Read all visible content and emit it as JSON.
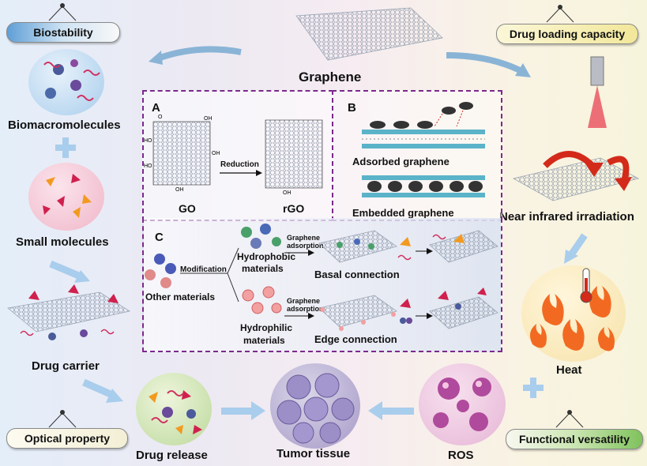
{
  "top_center": {
    "title": "Graphene"
  },
  "tags": {
    "biostability": "Biostability",
    "drug_loading": "Drug loading capacity",
    "optical": "Optical property",
    "functional": "Functional versatility"
  },
  "left_column": {
    "biomacromolecules": "Biomacromolecules",
    "small_molecules": "Small molecules",
    "drug_carrier": "Drug carrier"
  },
  "right_column": {
    "nir": "Near infrared irradiation",
    "heat": "Heat"
  },
  "bottom_row": {
    "drug_release": "Drug release",
    "tumor_tissue": "Tumor tissue",
    "ros": "ROS"
  },
  "panel_a": {
    "letter": "A",
    "reduction": "Reduction",
    "go": "GO",
    "rgo": "rGO"
  },
  "panel_b": {
    "letter": "B",
    "adsorbed": "Adsorbed graphene",
    "embedded": "Embedded graphene"
  },
  "panel_c": {
    "letter": "C",
    "other_materials": "Other materials",
    "modification": "Modification",
    "hydrophobic_1": "Hydrophobic",
    "hydrophobic_2": "materials",
    "hydrophilic_1": "Hydrophilic",
    "hydrophilic_2": "materials",
    "graphene_1": "Graphene",
    "adsorption_1": "adsorption",
    "graphene_2": "Graphene",
    "adsorption_2": "adsorption",
    "basal": "Basal connection",
    "edge": "Edge connection"
  },
  "colors": {
    "panel_border": "#7b2a8c",
    "tag_blue": "#6aa9dc",
    "tag_yellow": "#f2e79a",
    "tag_green": "#9fd07c",
    "tag_white": "#fdfbf0"
  }
}
